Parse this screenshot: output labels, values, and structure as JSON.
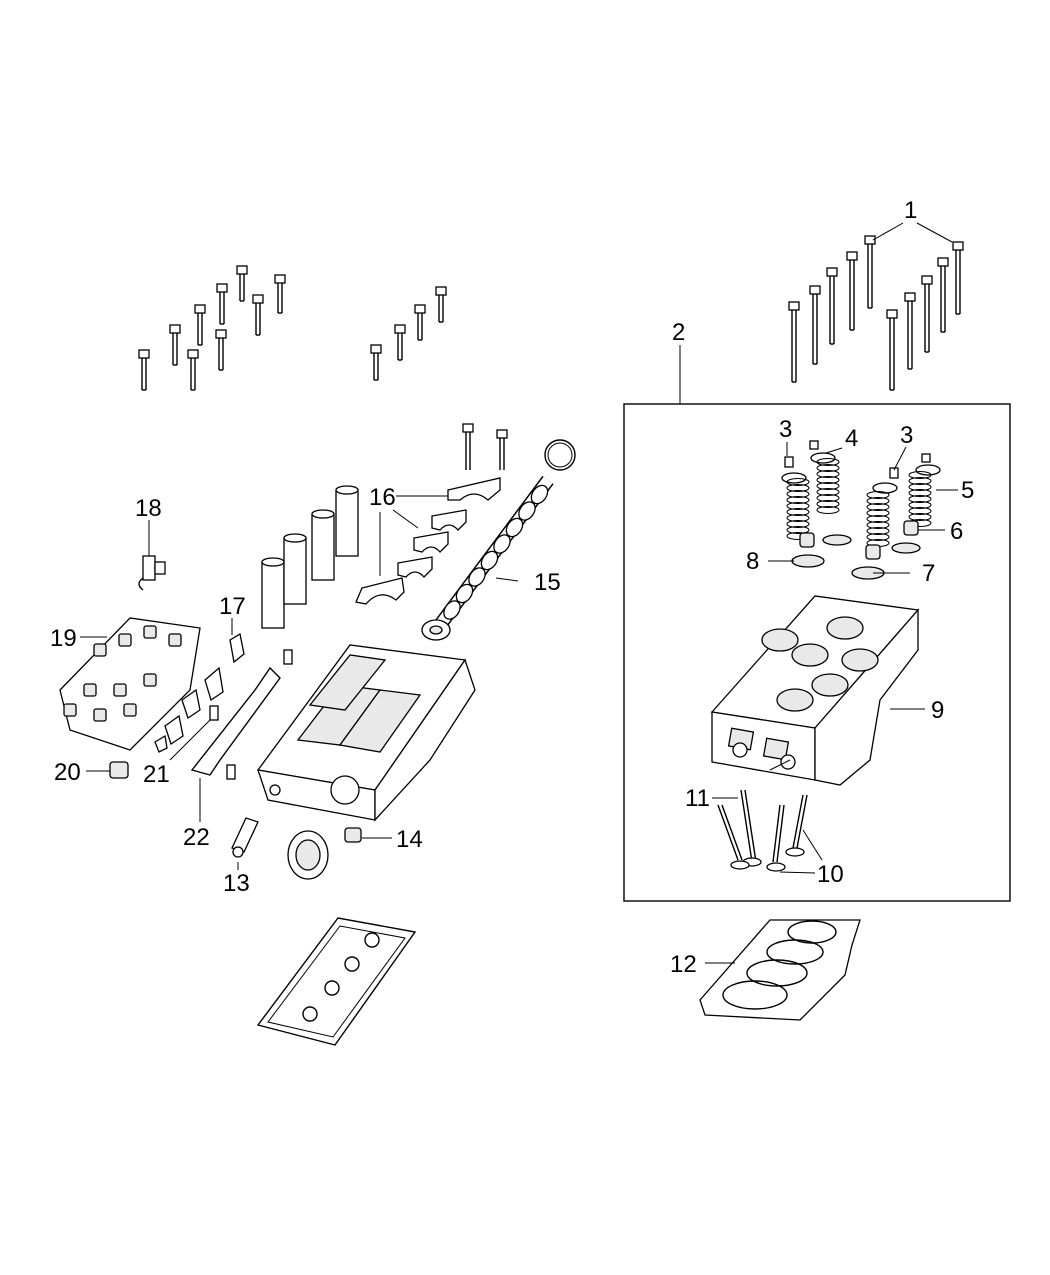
{
  "callouts": {
    "c1": "1",
    "c2": "2",
    "c3a": "3",
    "c3b": "3",
    "c4": "4",
    "c5": "5",
    "c6": "6",
    "c7": "7",
    "c8": "8",
    "c9": "9",
    "c10": "10",
    "c11": "11",
    "c12": "12",
    "c13": "13",
    "c14": "14",
    "c15": "15",
    "c16": "16",
    "c17": "17",
    "c18": "18",
    "c19": "19",
    "c20": "20",
    "c21": "21",
    "c22": "22"
  }
}
